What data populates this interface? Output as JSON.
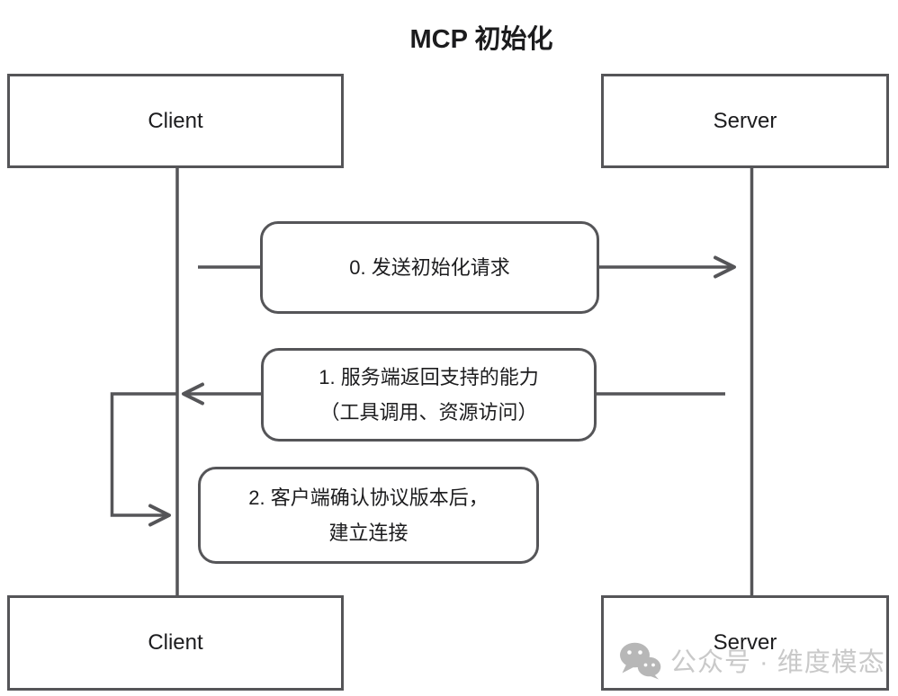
{
  "title": "MCP 初始化",
  "actors": {
    "client_top": "Client",
    "server_top": "Server",
    "client_bottom": "Client",
    "server_bottom": "Server"
  },
  "messages": [
    {
      "from": "Client",
      "to": "Server",
      "lines": [
        "0. 发送初始化请求"
      ]
    },
    {
      "from": "Server",
      "to": "Client",
      "lines": [
        "1. 服务端返回支持的能力",
        "（工具调用、资源访问）"
      ]
    },
    {
      "from": "Client",
      "to": "Client",
      "lines": [
        "2. 客户端确认协议版本后，",
        "建立连接"
      ]
    }
  ],
  "watermark": {
    "icon": "wechat-icon",
    "text": "公众号 · 维度模态"
  },
  "colors": {
    "stroke": "#555558",
    "text": "#1c1c1e",
    "watermark": "#c9c9c9",
    "watermark-icon": "#b7b7b7"
  }
}
